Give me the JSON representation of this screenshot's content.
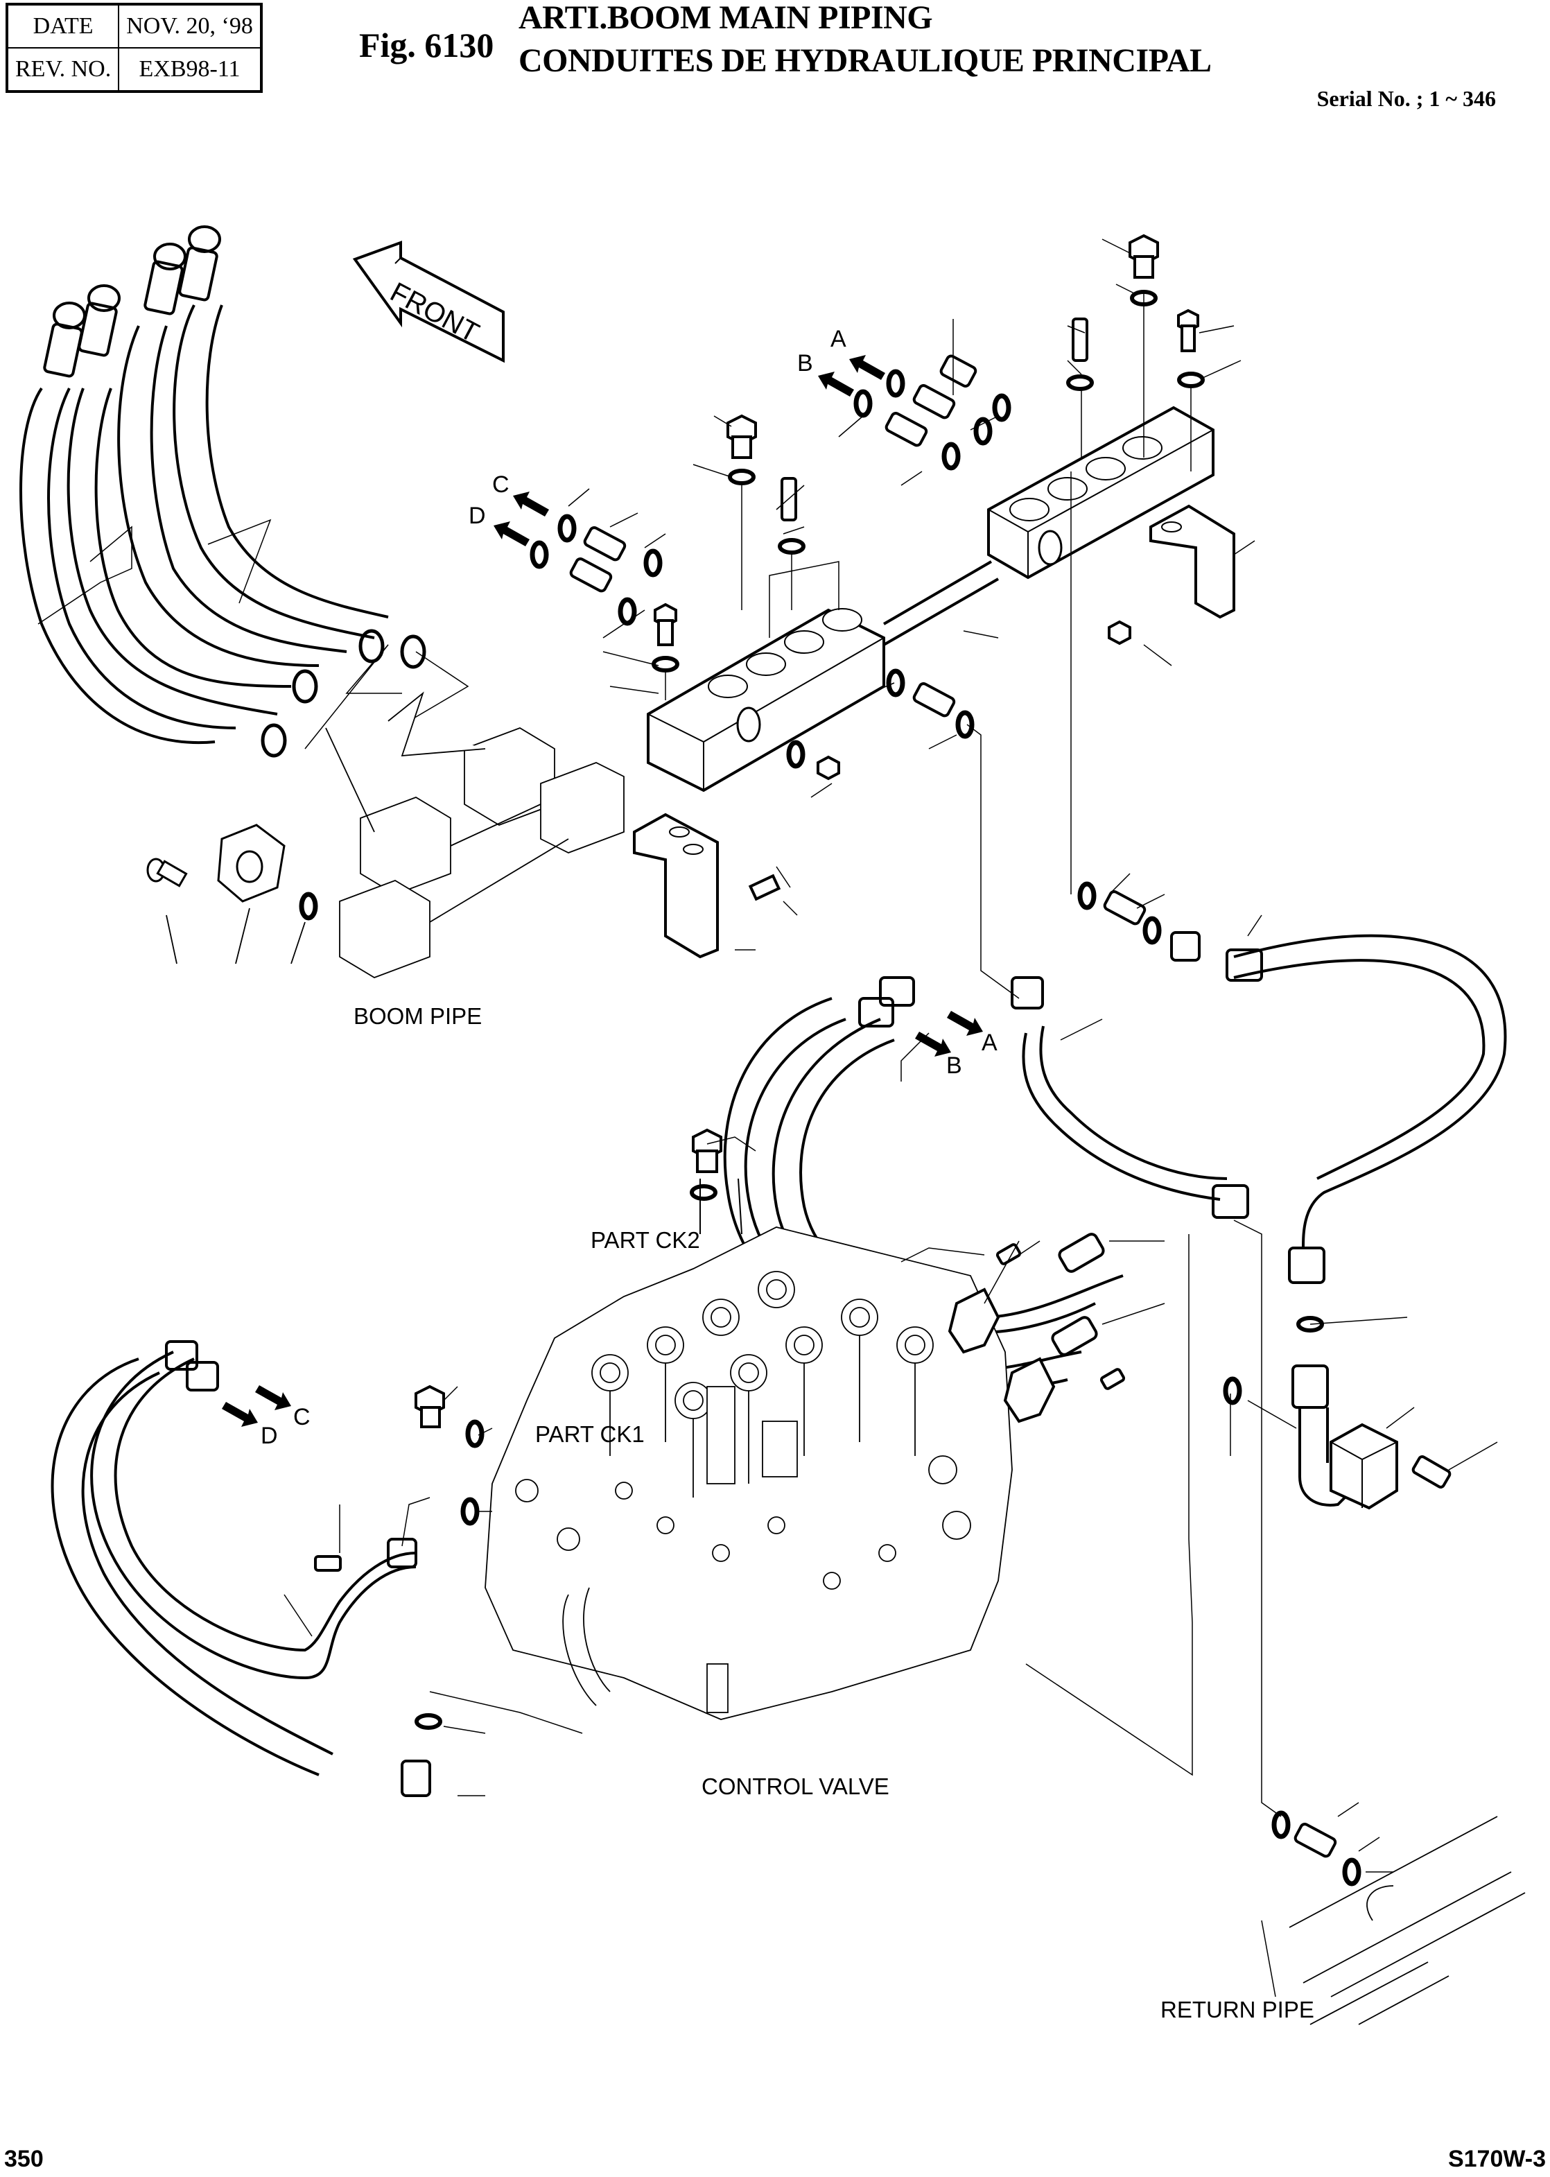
{
  "header": {
    "date_label": "DATE",
    "date_value": "NOV. 20, ‘98",
    "rev_label": "REV. NO.",
    "rev_value": "EXB98-11",
    "figure_number": "Fig. 6130",
    "title_en": "ARTI.BOOM MAIN PIPING",
    "title_fr": "CONDUITES DE HYDRAULIQUE PRINCIPAL",
    "serial": "Serial No. ; 1 ~ 346"
  },
  "diagram": {
    "direction_indicator": "FRONT",
    "connection_markers": {
      "top_right_group": [
        "A",
        "B"
      ],
      "top_left_group": [
        "C",
        "D"
      ],
      "middle_group": [
        "A",
        "B"
      ],
      "lower_left_group": [
        "C",
        "D"
      ]
    },
    "labels": {
      "boom_pipe": "BOOM PIPE",
      "part_ck2": "PART CK2",
      "part_ck1": "PART CK1",
      "control_valve": "CONTROL VALVE",
      "return_pipe": "RETURN PIPE"
    }
  },
  "footer": {
    "page_number": "350",
    "model": "S170W-3"
  }
}
